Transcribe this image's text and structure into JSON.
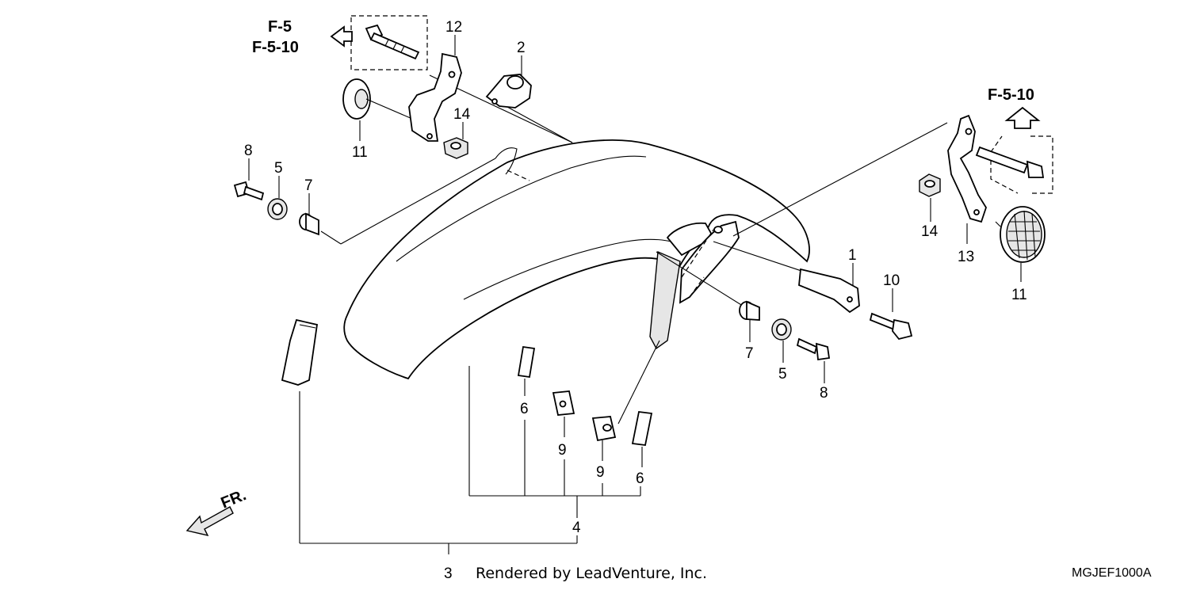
{
  "callouts": {
    "c1": "1",
    "c2": "2",
    "c3": "3",
    "c4": "4",
    "c5a": "5",
    "c5b": "5",
    "c6a": "6",
    "c6b": "6",
    "c7a": "7",
    "c7b": "7",
    "c8a": "8",
    "c8b": "8",
    "c9a": "9",
    "c9b": "9",
    "c10": "10",
    "c11a": "11",
    "c11b": "11",
    "c12": "12",
    "c13": "13",
    "c14a": "14",
    "c14b": "14"
  },
  "references": {
    "left_line1": "F-5",
    "left_line2": "F-5-10",
    "right": "F-5-10"
  },
  "direction_label": "FR.",
  "footer": {
    "credit": "Rendered by LeadVenture, Inc.",
    "diagram_code": "MGJEF1000A"
  }
}
